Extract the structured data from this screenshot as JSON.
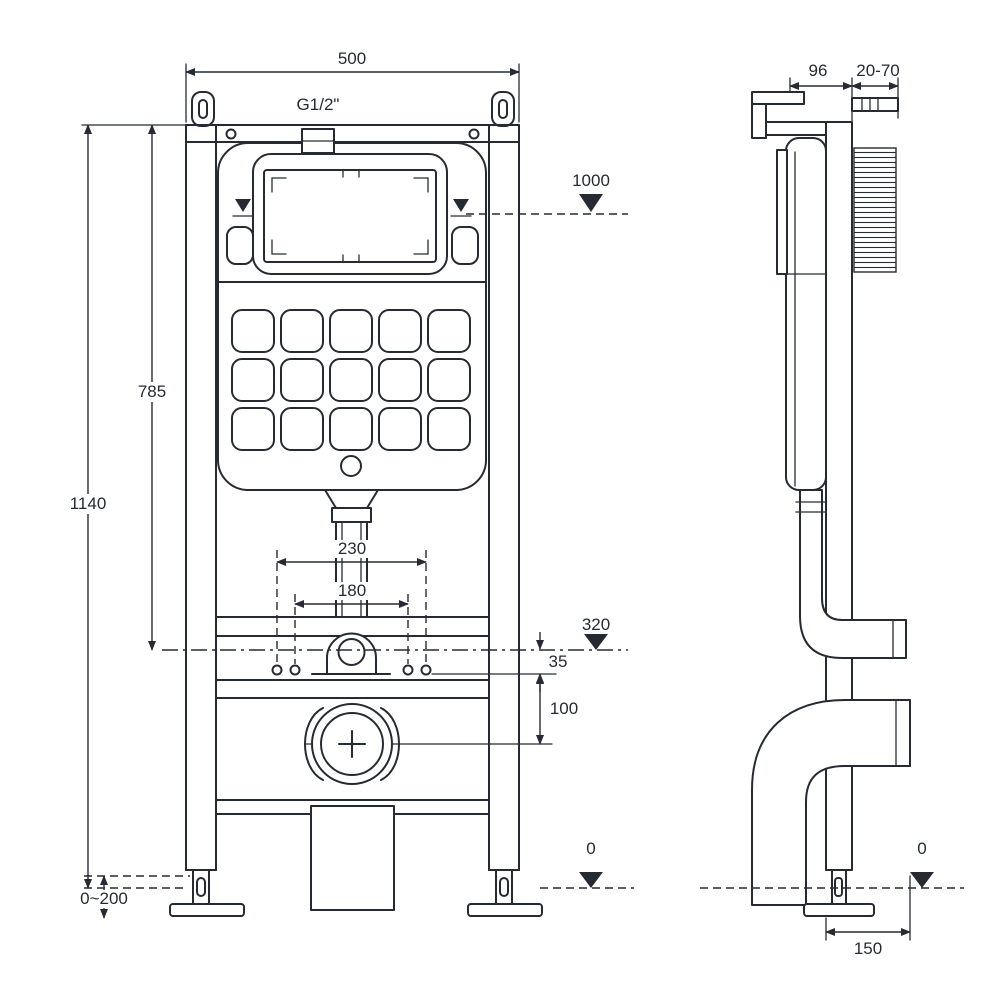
{
  "style": {
    "ink": "#262b33",
    "background": "#ffffff"
  },
  "dims": {
    "front": {
      "width": "500",
      "inlet_thread": "G1/2\"",
      "button_height": "1000",
      "tank_height": "785",
      "frame_height": "1140",
      "fixing_span_outer": "230",
      "fixing_span_inner": "180",
      "outlet_axis_height": "320",
      "axis_to_holes": "35",
      "holes_to_pan_axis": "100",
      "feet_adjustment": "0~200",
      "floor_level": "0"
    },
    "side": {
      "button_depth": "96",
      "wall_distance": "20-70",
      "frame_depth": "150",
      "floor_level": "0"
    }
  }
}
